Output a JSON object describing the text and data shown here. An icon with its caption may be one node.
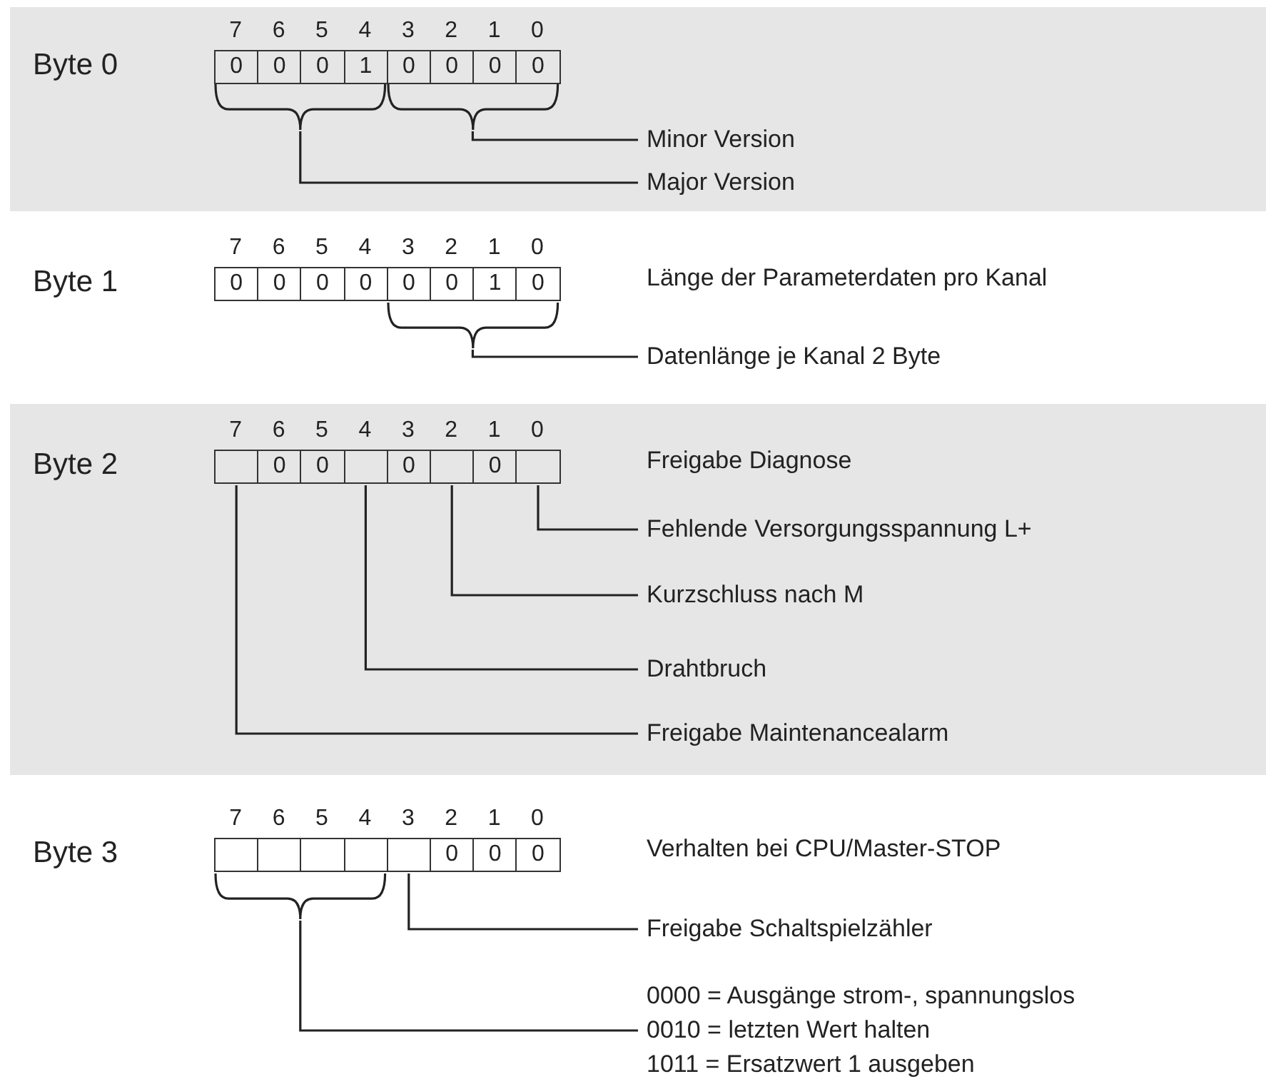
{
  "diagram": {
    "nodes": [
      {
        "text": [
          "Byte 0"
        ]
      },
      {
        "text": [
          "0"
        ],
        "in": 0
      },
      {
        "text": [
          "0"
        ],
        "in": 0
      },
      {
        "text": [
          "0"
        ],
        "in": 0
      },
      {
        "text": [
          "1"
        ],
        "in": 0
      },
      {
        "text": [
          "0"
        ],
        "in": 0
      },
      {
        "text": [
          "0"
        ],
        "in": 0
      },
      {
        "text": [
          "0"
        ],
        "in": 0
      },
      {
        "text": [
          "0"
        ],
        "in": 0
      },
      {
        "text": [],
        "shape": "bracket",
        "in": 0
      },
      {
        "text": [],
        "shape": "bracket",
        "in": 0
      },
      {
        "text": [
          "Minor Version"
        ],
        "in": 0
      },
      {
        "text": [
          "Major Version"
        ],
        "in": 0
      },
      {
        "text": [
          "Byte 1"
        ]
      },
      {
        "text": [
          "0"
        ],
        "in": 13
      },
      {
        "text": [
          "0"
        ],
        "in": 13
      },
      {
        "text": [
          "0"
        ],
        "in": 13
      },
      {
        "text": [
          "0"
        ],
        "in": 13
      },
      {
        "text": [
          "0"
        ],
        "in": 13
      },
      {
        "text": [
          "0"
        ],
        "in": 13
      },
      {
        "text": [
          "1"
        ],
        "in": 13
      },
      {
        "text": [
          "0"
        ],
        "in": 13
      },
      {
        "text": [],
        "shape": "bracket",
        "in": 13
      },
      {
        "text": [
          "Datenlänge je Kanal 2 Byte"
        ],
        "in": 13
      },
      {
        "text": [
          "Byte 2"
        ]
      },
      {
        "text": [],
        "shape": "box",
        "in": 24
      },
      {
        "text": [
          "0"
        ],
        "in": 24
      },
      {
        "text": [
          "0"
        ],
        "in": 24
      },
      {
        "text": [],
        "shape": "box",
        "in": 24
      },
      {
        "text": [
          "0"
        ],
        "in": 24
      },
      {
        "text": [],
        "shape": "box",
        "in": 24
      },
      {
        "text": [
          "0"
        ],
        "in": 24
      },
      {
        "text": [],
        "shape": "box",
        "in": 24
      },
      {
        "text": [
          "Fehlende Versorgungsspannung L+"
        ],
        "in": 24
      },
      {
        "text": [
          "Kurzschluss nach M"
        ],
        "in": 24
      },
      {
        "text": [
          "Drahtbruch"
        ],
        "in": 24
      },
      {
        "text": [
          "Freigabe Maintenancealarm"
        ],
        "in": 24
      },
      {
        "text": [
          "Byte 3"
        ]
      },
      {
        "text": [],
        "shape": "box",
        "in": 37
      },
      {
        "text": [],
        "shape": "box",
        "in": 37
      },
      {
        "text": [],
        "shape": "box",
        "in": 37
      },
      {
        "text": [],
        "shape": "box",
        "in": 37
      },
      {
        "text": [],
        "shape": "box",
        "in": 37
      },
      {
        "text": [
          "0"
        ],
        "in": 37
      },
      {
        "text": [
          "0"
        ],
        "in": 37
      },
      {
        "text": [
          "0"
        ],
        "in": 37
      },
      {
        "text": [],
        "shape": "bracket",
        "in": 37
      },
      {
        "text": [
          "Freigabe Schaltspielzähler"
        ],
        "in": 37
      },
      {
        "text": [
          "0000 = Ausgänge strom-, spannungslos",
          "0010 = letzten Wert halten",
          "1011 = Ersatzwert 1 ausgeben"
        ],
        "in": 37
      }
    ],
    "edges": [
      {
        "from": 11,
        "to": 10,
        "arrow": "none"
      },
      {
        "from": 12,
        "to": 9,
        "arrow": "none"
      },
      {
        "from": 23,
        "to": 22,
        "arrow": "none"
      },
      {
        "from": 33,
        "to": 32,
        "arrow": "none"
      },
      {
        "from": 34,
        "to": 30,
        "arrow": "none"
      },
      {
        "from": 35,
        "to": 28,
        "arrow": "none"
      },
      {
        "from": 36,
        "to": 25,
        "arrow": "none"
      },
      {
        "from": 47,
        "to": 42,
        "arrow": "none"
      },
      {
        "from": 48,
        "to": 46,
        "arrow": "none"
      }
    ],
    "labels": [
      "7",
      "6",
      "5",
      "4",
      "3",
      "2",
      "1",
      "0",
      "7",
      "6",
      "5",
      "4",
      "3",
      "2",
      "1",
      "0",
      "Länge der Parameterdaten pro Kanal",
      "7",
      "6",
      "5",
      "4",
      "3",
      "2",
      "1",
      "0",
      "Freigabe Diagnose",
      "7",
      "6",
      "5",
      "4",
      "3",
      "2",
      "1",
      "0",
      "Verhalten bei CPU/Master-STOP"
    ]
  }
}
